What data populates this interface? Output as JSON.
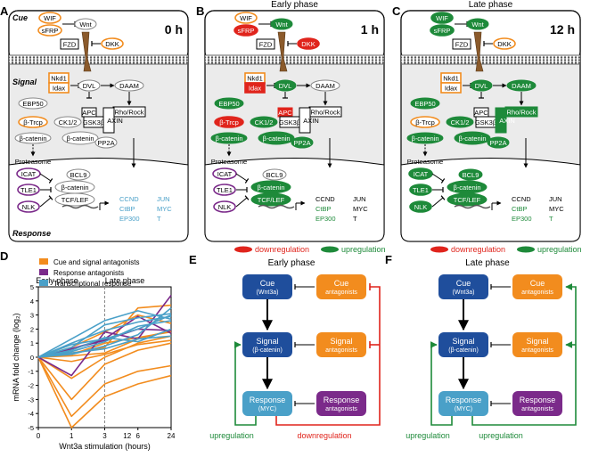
{
  "panels": {
    "A": {
      "letter": "A",
      "time": "0 h",
      "cue_label": "Cue",
      "signal_label": "Signal",
      "response_label": "Response"
    },
    "B": {
      "letter": "B",
      "time": "1 h",
      "phase": "Early phase"
    },
    "C": {
      "letter": "C",
      "time": "12 h",
      "phase": "Late phase"
    },
    "D": {
      "letter": "D"
    },
    "E": {
      "letter": "E",
      "phase": "Early phase"
    },
    "F": {
      "letter": "F",
      "phase": "Late phase"
    }
  },
  "nodes": {
    "wif": "WIF",
    "sfrp": "sFRP",
    "wnt": "Wnt",
    "dkk": "DKK",
    "fzd": "FZD",
    "nkd1": "Nkd1",
    "idax": "Idax",
    "dvl": "DVL",
    "daam": "DAAM",
    "rho": "Rho/Rock",
    "ebp50": "EBP50",
    "apc": "APC",
    "axin": "AXIN",
    "ck12": "CK1/2",
    "gsk": "GSK3β",
    "btrcp": "β-Trcp",
    "bcat": "β-catenin",
    "pp2a": "PP2A",
    "proteasome": "Proteasome",
    "icat": "ICAT",
    "tle1": "TLE1",
    "nlk": "NLK",
    "bcl9": "BCL9",
    "tcf": "TCF/LEF",
    "ccnd": "CCND",
    "jun": "JUN",
    "ctbp": "CtBP",
    "myc": "MYC",
    "ep300": "EP300",
    "t": "T"
  },
  "legends": {
    "down": "downregulation",
    "up": "upregulation"
  },
  "colors": {
    "orange": "#f28c1e",
    "purple": "#7b2a8a",
    "blue": "#4aa0c8",
    "green": "#1e8a3a",
    "red": "#e0241c",
    "navy": "#1f4e9c",
    "gray_bg": "#ebebeb"
  },
  "chart_legend": [
    "Cue and signal antagonists",
    "Response antagonists",
    "Transcriptional response"
  ],
  "chart_data": {
    "type": "line",
    "ylabel": "mRNA fold change (log₂)",
    "xlabel": "Wnt3a stimulation (hours)",
    "xticks": [
      0,
      1,
      3,
      6,
      12,
      24
    ],
    "yticks": [
      -5,
      -4,
      -3,
      -2,
      -1,
      0,
      1,
      2,
      3,
      4,
      5
    ],
    "ylim": [
      -5,
      5
    ],
    "annotations": [
      "Early phase",
      "Late phase"
    ],
    "series": [
      {
        "group": "orange",
        "values": [
          0,
          -5.0,
          -2.8,
          -1.9,
          -1.3
        ]
      },
      {
        "group": "orange",
        "values": [
          0,
          -4.2,
          -1.9,
          -1.0,
          -0.6
        ]
      },
      {
        "group": "orange",
        "values": [
          0,
          -3.0,
          -0.5,
          0.5,
          1.0
        ]
      },
      {
        "group": "orange",
        "values": [
          0,
          -1.5,
          0.0,
          1.0,
          1.5
        ]
      },
      {
        "group": "orange",
        "values": [
          0,
          -0.3,
          0.2,
          0.9,
          1.2
        ]
      },
      {
        "group": "orange",
        "values": [
          0,
          0.1,
          0.3,
          1.3,
          1.9
        ]
      },
      {
        "group": "orange",
        "values": [
          0,
          0.3,
          0.7,
          3.5,
          3.7
        ]
      },
      {
        "group": "orange",
        "values": [
          0,
          0.7,
          1.8,
          3.0,
          2.4
        ]
      },
      {
        "group": "orange",
        "values": [
          0,
          0.2,
          1.0,
          1.4,
          1.8
        ]
      },
      {
        "group": "purple",
        "values": [
          0,
          -1.3,
          1.8,
          1.3,
          4.4
        ]
      },
      {
        "group": "purple",
        "values": [
          0,
          0.6,
          1.3,
          2.9,
          1.7
        ]
      },
      {
        "group": "purple",
        "values": [
          0,
          0.6,
          1.2,
          2.0,
          1.9
        ]
      },
      {
        "group": "blue",
        "values": [
          0,
          1.3,
          2.6,
          3.3,
          2.7
        ]
      },
      {
        "group": "blue",
        "values": [
          0,
          0.9,
          1.3,
          2.0,
          3.0
        ]
      },
      {
        "group": "blue",
        "values": [
          0,
          0.2,
          0.8,
          1.6,
          3.5
        ]
      },
      {
        "group": "blue",
        "values": [
          0,
          0.4,
          1.1,
          2.2,
          2.6
        ]
      },
      {
        "group": "blue",
        "values": [
          0,
          0.7,
          2.3,
          2.8,
          3.1
        ]
      },
      {
        "group": "blue",
        "values": [
          0,
          0.5,
          1.4,
          1.1,
          2.0
        ]
      },
      {
        "group": "blue",
        "values": [
          0,
          1.0,
          1.9,
          2.5,
          2.9
        ]
      },
      {
        "group": "blue",
        "values": [
          0,
          0.3,
          0.6,
          1.3,
          1.5
        ]
      }
    ]
  },
  "flow": {
    "cue": "Cue",
    "cue_sub": "(Wnt3a)",
    "signal": "Signal",
    "signal_sub": "(β-catenin)",
    "response": "Response",
    "response_sub": "(MYC)",
    "cue_ant": "Cue",
    "cue_ant_sub": "antagonists",
    "sig_ant": "Signal",
    "sig_ant_sub": "antagonists",
    "resp_ant": "Response",
    "resp_ant_sub": "antagonists",
    "up": "upregulation",
    "down": "downregulation"
  }
}
